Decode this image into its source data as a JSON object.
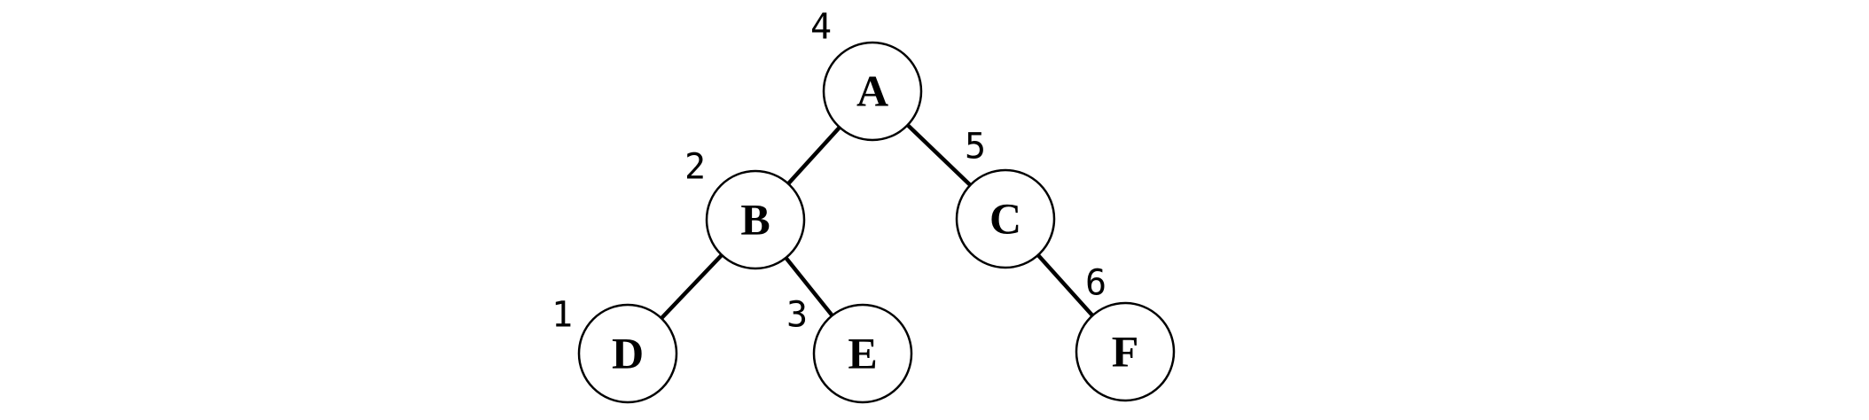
{
  "diagram": {
    "type": "binary-tree",
    "background_color": "#ffffff",
    "node_fill_color": "#ffffff",
    "stroke_color": "#000000",
    "text_color": "#000000",
    "nodes": [
      {
        "id": "A",
        "label": "A",
        "order": "4"
      },
      {
        "id": "B",
        "label": "B",
        "order": "2"
      },
      {
        "id": "C",
        "label": "C",
        "order": "5"
      },
      {
        "id": "D",
        "label": "D",
        "order": "1"
      },
      {
        "id": "E",
        "label": "E",
        "order": "3"
      },
      {
        "id": "F",
        "label": "F",
        "order": "6"
      }
    ],
    "edges": [
      {
        "from": "A",
        "to": "B"
      },
      {
        "from": "A",
        "to": "C"
      },
      {
        "from": "B",
        "to": "D"
      },
      {
        "from": "B",
        "to": "E"
      },
      {
        "from": "C",
        "to": "F"
      }
    ]
  }
}
